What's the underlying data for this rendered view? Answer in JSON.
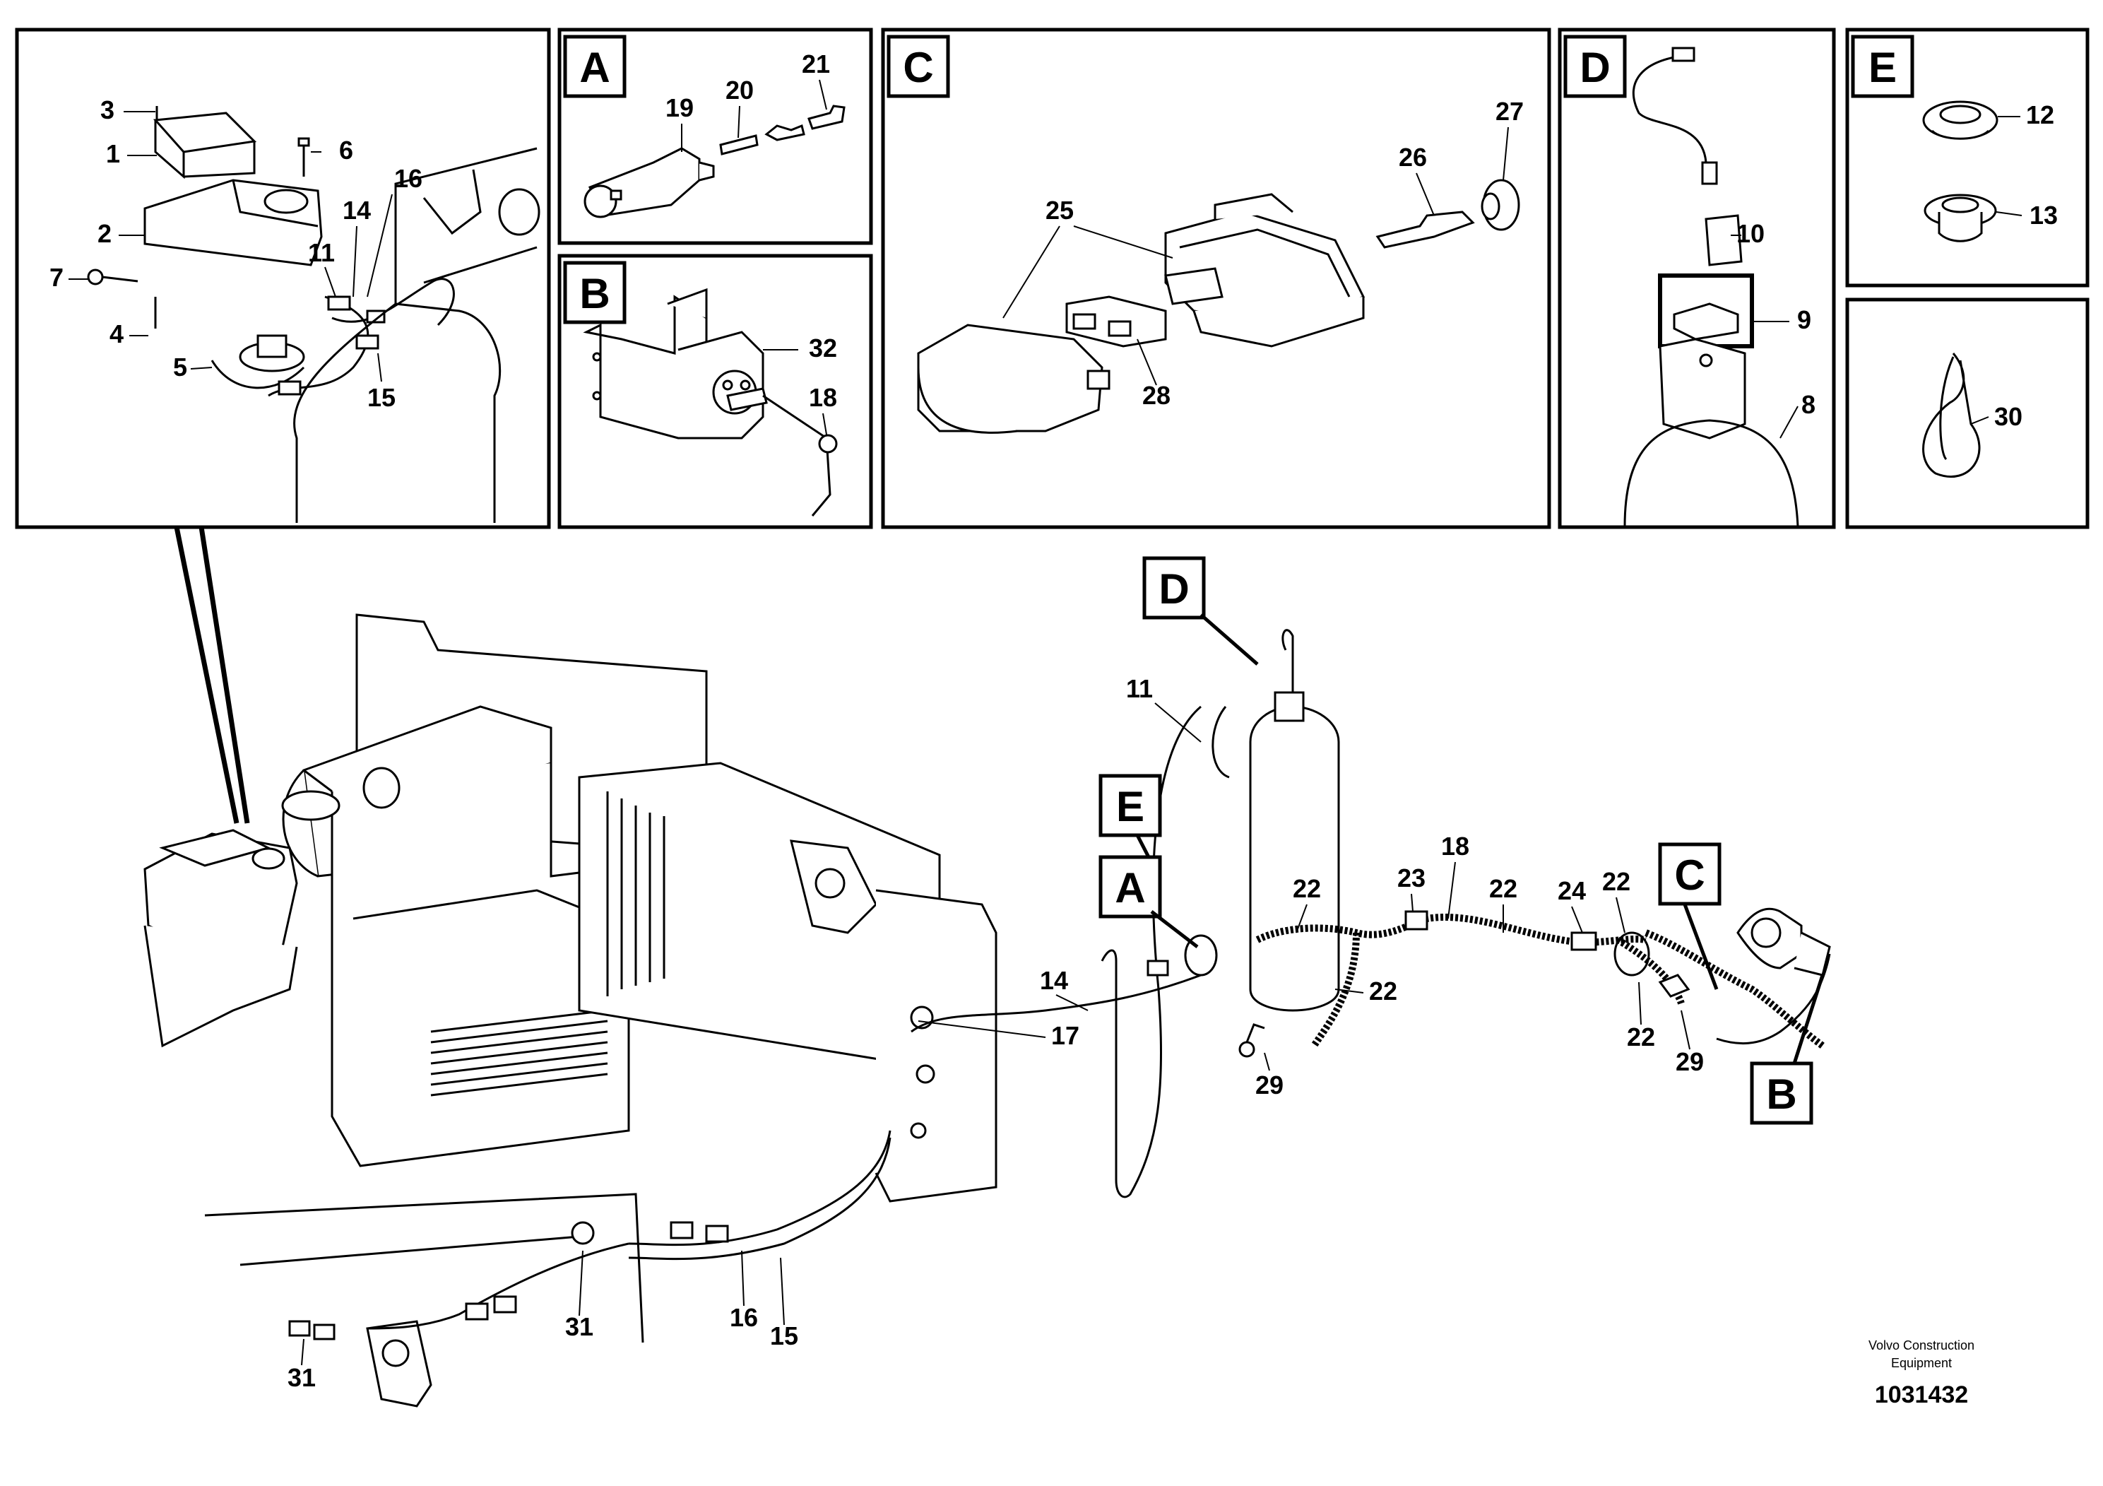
{
  "diagram": {
    "panels": [
      {
        "letter": "",
        "parts": [
          "1",
          "2",
          "3",
          "4",
          "5",
          "6",
          "7",
          "11",
          "14",
          "15",
          "16"
        ]
      },
      {
        "letter": "A",
        "parts": [
          "19",
          "20",
          "21"
        ]
      },
      {
        "letter": "B",
        "parts": [
          "32",
          "18"
        ]
      },
      {
        "letter": "C",
        "parts": [
          "25",
          "26",
          "27",
          "28"
        ]
      },
      {
        "letter": "D",
        "parts": [
          "8",
          "9",
          "10"
        ]
      },
      {
        "letter": "E",
        "parts": [
          "12",
          "13"
        ]
      },
      {
        "letter": "",
        "parts": [
          "30"
        ]
      }
    ],
    "main_callouts": {
      "letters": [
        "D",
        "E",
        "A",
        "C",
        "B"
      ],
      "numbers": [
        "11",
        "14",
        "17",
        "18",
        "22",
        "23",
        "24",
        "29",
        "16",
        "15",
        "31"
      ]
    },
    "footer": {
      "brand_line1": "Volvo Construction",
      "brand_line2": "Equipment",
      "code": "1031432"
    }
  }
}
